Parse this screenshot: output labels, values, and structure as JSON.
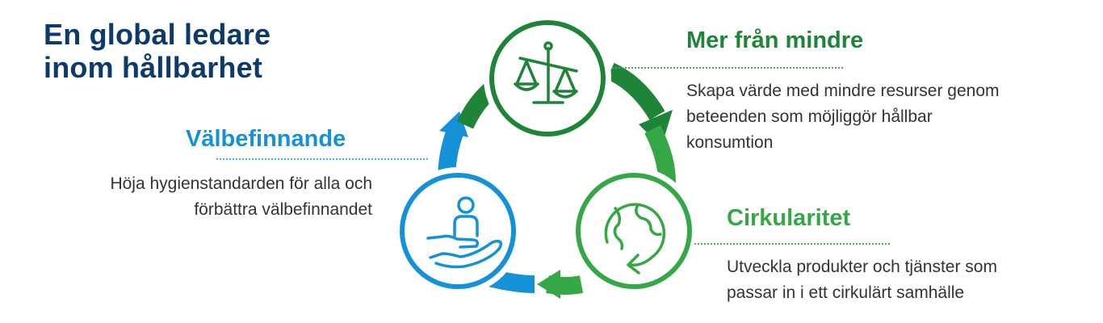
{
  "title": {
    "line1": "En global ledare",
    "line2": "inom hållbarhet"
  },
  "colors": {
    "title": "#0c3a6b",
    "dark_green": "#1e8437",
    "light_green": "#35a845",
    "blue": "#1591d8"
  },
  "pillars": {
    "mer": {
      "heading": "Mer från mindre",
      "desc_lines": [
        "Skapa värde med mindre resurser genom",
        "beteenden som möjliggör hållbar",
        "konsumtion"
      ],
      "icon": "scales-icon"
    },
    "cirk": {
      "heading": "Cirkularitet",
      "desc_lines": [
        "Utveckla produkter och tjänster som",
        "passar in i ett cirkulärt samhälle"
      ],
      "icon": "globe-recycle-icon"
    },
    "val": {
      "heading": "Välbefinnande",
      "desc_lines": [
        "Höja hygienstandarden för alla och",
        "förbättra välbefinnandet"
      ],
      "icon": "hand-person-icon"
    }
  }
}
